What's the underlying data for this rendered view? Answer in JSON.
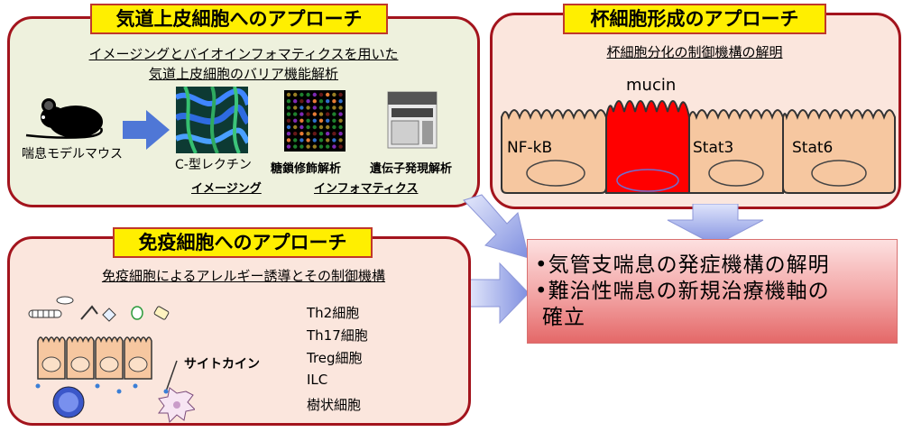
{
  "colors": {
    "panel_border": "#a3141d",
    "title_fill": "#ffef00",
    "airway_bg": "#eef1dd",
    "pink_bg": "#fbe6dd",
    "cell_fill": "#f6c7a0",
    "mucin_cell": "#ff0000",
    "arrow_blue": "#7f8fe0"
  },
  "airway": {
    "title": "気道上皮細胞へのアプローチ",
    "subtitle_line1": "イメージングとバイオインフォマティクスを用いた",
    "subtitle_line2": "気道上皮細胞のバリア機能解析",
    "mouse_label": "喘息モデルマウス",
    "c_lectin_label": "C-型レクチン",
    "glyco_label": "糖鎖修飾解析",
    "gene_label": "遺伝子発現解析",
    "imaging_label": "イメージング",
    "informatics_label": "インフォマティクス"
  },
  "goblet": {
    "title": "杯細胞形成のアプローチ",
    "subtitle": "杯細胞分化の制御機構の解明",
    "mucin_label": "mucin",
    "cells": [
      "NF-kB",
      "Stat3",
      "Stat6"
    ]
  },
  "immune": {
    "title": "免疫細胞へのアプローチ",
    "subtitle": "免疫細胞によるアレルギー誘導とその制御機構",
    "cytokine_label": "サイトカイン",
    "cell_types": [
      "Th2細胞",
      "Th17細胞",
      "Treg細胞",
      "ILC",
      "樹状細胞"
    ]
  },
  "result": {
    "line1": "•気管支喘息の発症機構の解明",
    "line2": "•難治性喘息の新規治療機軸の",
    "line3": "確立"
  }
}
